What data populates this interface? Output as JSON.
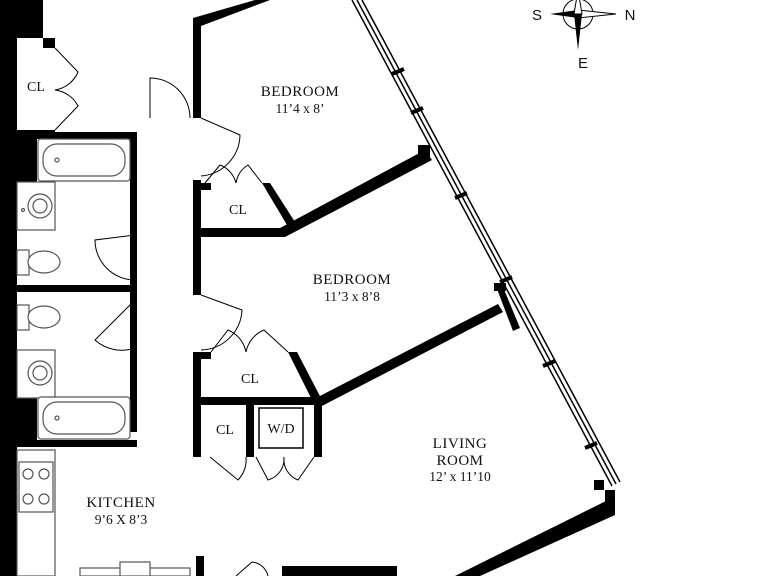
{
  "rooms": {
    "bedroom_1": {
      "name": "BEDROOM",
      "dims": "11’4 x 8’"
    },
    "bedroom_2": {
      "name": "BEDROOM",
      "dims": "11’3 x 8’8"
    },
    "living_room": {
      "name_line1": "LIVING",
      "name_line2": "ROOM",
      "dims": "12’ x 11’10"
    },
    "kitchen": {
      "name": "KITCHEN",
      "dims": "9’6 X 8’3"
    }
  },
  "closets": {
    "closet_top_left": "CL",
    "closet_bedroom_1": "CL",
    "closet_bedroom_2": "CL",
    "closet_hall": "CL",
    "washer_dryer": "W/D"
  },
  "compass": {
    "south": "S",
    "north": "N",
    "east": "E"
  },
  "colors": {
    "wall": "#000000",
    "background": "#ffffff",
    "fixture_fill": "#ffffff",
    "fixture_stroke": "#555555",
    "window_stroke": "#000000"
  }
}
